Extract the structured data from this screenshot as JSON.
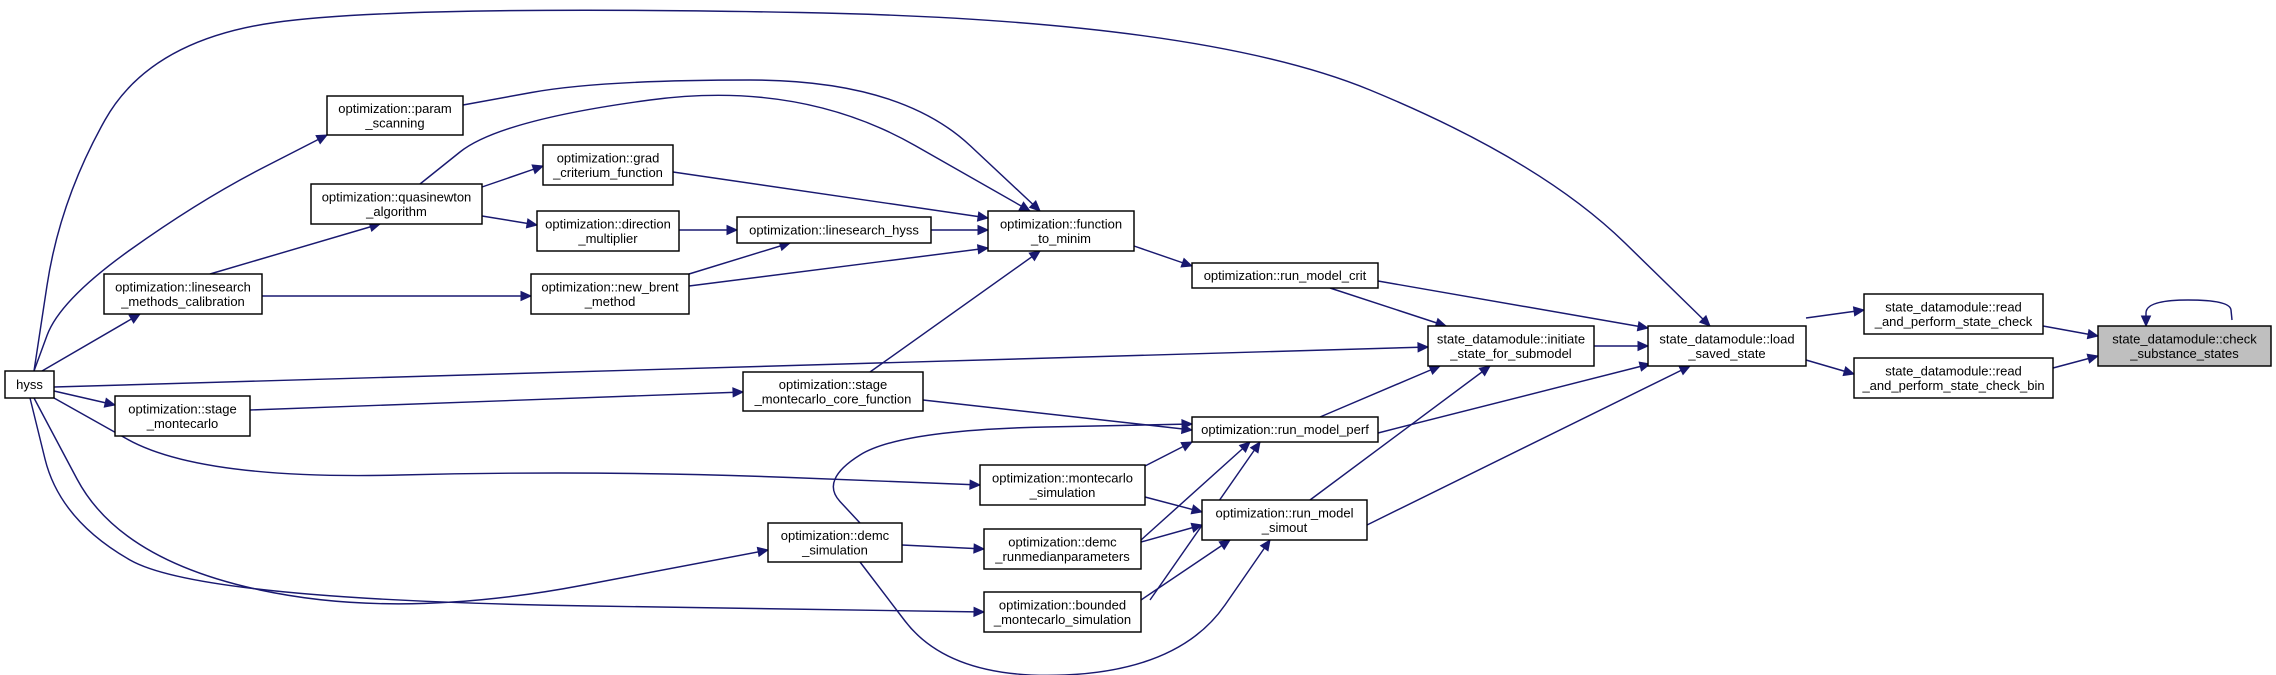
{
  "graph": {
    "type": "caller-graph",
    "nodes": [
      {
        "id": "hyss",
        "lines": [
          "hyss"
        ]
      },
      {
        "id": "param_scanning",
        "lines": [
          "optimization::param",
          "_scanning"
        ]
      },
      {
        "id": "quasinewton",
        "lines": [
          "optimization::quasinewton",
          "_algorithm"
        ]
      },
      {
        "id": "linesearch_calib",
        "lines": [
          "optimization::linesearch",
          "_methods_calibration"
        ]
      },
      {
        "id": "stage_montecarlo",
        "lines": [
          "optimization::stage",
          "_montecarlo"
        ]
      },
      {
        "id": "grad_crit",
        "lines": [
          "optimization::grad",
          "_criterium_function"
        ]
      },
      {
        "id": "direction_mult",
        "lines": [
          "optimization::direction",
          "_multiplier"
        ]
      },
      {
        "id": "new_brent",
        "lines": [
          "optimization::new_brent",
          "_method"
        ]
      },
      {
        "id": "linesearch_hyss",
        "lines": [
          "optimization::linesearch_hyss"
        ]
      },
      {
        "id": "function_to_minim",
        "lines": [
          "optimization::function",
          "_to_minim"
        ]
      },
      {
        "id": "stage_mc_core",
        "lines": [
          "optimization::stage",
          "_montecarlo_core_function"
        ]
      },
      {
        "id": "demc_simulation",
        "lines": [
          "optimization::demc",
          "_simulation"
        ]
      },
      {
        "id": "montecarlo_sim",
        "lines": [
          "optimization::montecarlo",
          "_simulation"
        ]
      },
      {
        "id": "demc_runmedian",
        "lines": [
          "optimization::demc",
          "_runmedianparameters"
        ]
      },
      {
        "id": "bounded_mc",
        "lines": [
          "optimization::bounded",
          "_montecarlo_simulation"
        ]
      },
      {
        "id": "run_model_crit",
        "lines": [
          "optimization::run_model_crit"
        ]
      },
      {
        "id": "run_model_perf",
        "lines": [
          "optimization::run_model_perf"
        ]
      },
      {
        "id": "run_model_simout",
        "lines": [
          "optimization::run_model",
          "_simout"
        ]
      },
      {
        "id": "initiate_state",
        "lines": [
          "state_datamodule::initiate",
          "_state_for_submodel"
        ]
      },
      {
        "id": "load_saved_state",
        "lines": [
          "state_datamodule::load",
          "_saved_state"
        ]
      },
      {
        "id": "read_perform_check",
        "lines": [
          "state_datamodule::read",
          "_and_perform_state_check"
        ]
      },
      {
        "id": "read_perform_check_bin",
        "lines": [
          "state_datamodule::read",
          "_and_perform_state_check_bin"
        ]
      },
      {
        "id": "check_substance_states",
        "lines": [
          "state_datamodule::check",
          "_substance_states"
        ],
        "current": true
      }
    ],
    "edges": [
      [
        "check_substance_states",
        "check_substance_states"
      ],
      [
        "check_substance_states",
        "read_perform_check"
      ],
      [
        "check_substance_states",
        "read_perform_check_bin"
      ],
      [
        "read_perform_check",
        "load_saved_state"
      ],
      [
        "read_perform_check_bin",
        "load_saved_state"
      ],
      [
        "load_saved_state",
        "hyss"
      ],
      [
        "load_saved_state",
        "run_model_crit"
      ],
      [
        "load_saved_state",
        "initiate_state"
      ],
      [
        "load_saved_state",
        "run_model_perf"
      ],
      [
        "load_saved_state",
        "run_model_simout"
      ],
      [
        "initiate_state",
        "hyss"
      ],
      [
        "initiate_state",
        "run_model_crit"
      ],
      [
        "initiate_state",
        "run_model_perf"
      ],
      [
        "initiate_state",
        "run_model_simout"
      ],
      [
        "run_model_crit",
        "function_to_minim"
      ],
      [
        "function_to_minim",
        "param_scanning"
      ],
      [
        "function_to_minim",
        "quasinewton"
      ],
      [
        "function_to_minim",
        "grad_crit"
      ],
      [
        "function_to_minim",
        "linesearch_hyss"
      ],
      [
        "function_to_minim",
        "new_brent"
      ],
      [
        "function_to_minim",
        "stage_mc_core"
      ],
      [
        "grad_crit",
        "quasinewton"
      ],
      [
        "linesearch_hyss",
        "direction_mult"
      ],
      [
        "linesearch_hyss",
        "new_brent"
      ],
      [
        "direction_mult",
        "quasinewton"
      ],
      [
        "new_brent",
        "linesearch_calib"
      ],
      [
        "param_scanning",
        "hyss"
      ],
      [
        "quasinewton",
        "linesearch_calib"
      ],
      [
        "linesearch_calib",
        "hyss"
      ],
      [
        "stage_montecarlo",
        "hyss"
      ],
      [
        "stage_mc_core",
        "stage_montecarlo"
      ],
      [
        "run_model_perf",
        "stage_mc_core"
      ],
      [
        "run_model_perf",
        "demc_simulation"
      ],
      [
        "run_model_perf",
        "montecarlo_sim"
      ],
      [
        "run_model_perf",
        "demc_runmedian"
      ],
      [
        "run_model_perf",
        "bounded_mc"
      ],
      [
        "run_model_simout",
        "montecarlo_sim"
      ],
      [
        "run_model_simout",
        "demc_runmedian"
      ],
      [
        "run_model_simout",
        "bounded_mc"
      ],
      [
        "run_model_simout",
        "demc_simulation"
      ],
      [
        "demc_runmedian",
        "demc_simulation"
      ],
      [
        "demc_simulation",
        "hyss"
      ],
      [
        "montecarlo_sim",
        "hyss"
      ],
      [
        "bounded_mc",
        "hyss"
      ]
    ]
  }
}
